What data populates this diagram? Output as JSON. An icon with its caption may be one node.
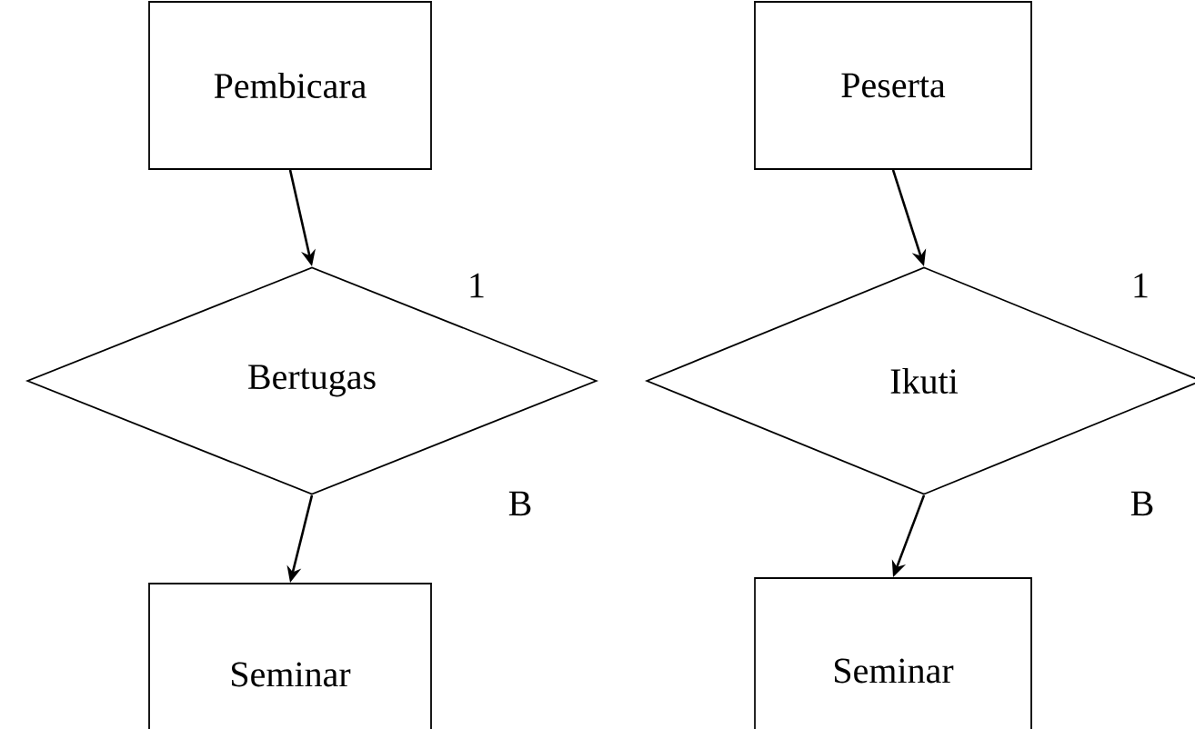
{
  "diagram": {
    "nodes": [
      {
        "text": [
          "Pembicara"
        ]
      },
      {
        "text": [
          "Bertugas"
        ]
      },
      {
        "text": [
          "Seminar"
        ]
      },
      {
        "text": [
          "Peserta"
        ]
      },
      {
        "text": [
          "Ikuti"
        ]
      },
      {
        "text": [
          "Seminar"
        ]
      }
    ],
    "edges": [
      {
        "from": 0,
        "to": 1,
        "arrow": "to"
      },
      {
        "from": 1,
        "to": 2,
        "arrow": "to"
      },
      {
        "from": 3,
        "to": 4,
        "arrow": "to"
      },
      {
        "from": 4,
        "to": 5,
        "arrow": "to"
      }
    ],
    "labels": [
      "1",
      "1",
      "B",
      "B"
    ]
  }
}
